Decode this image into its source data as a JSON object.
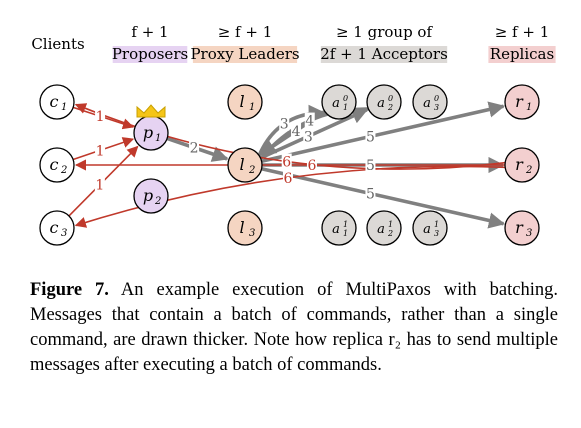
{
  "headers": [
    {
      "id": "clients",
      "lines": [
        "Clients"
      ]
    },
    {
      "id": "proposers",
      "lines": [
        "f + 1",
        "Proposers"
      ],
      "color": "#e6d3f2"
    },
    {
      "id": "proxy",
      "lines": [
        "≥ f + 1",
        "Proxy Leaders"
      ],
      "color": "#f5d5c2"
    },
    {
      "id": "acceptors",
      "lines": [
        "≥ 1 group of",
        "2f + 1 Acceptors"
      ],
      "color": "#dcd9d6"
    },
    {
      "id": "replicas",
      "lines": [
        "≥ f + 1",
        "Replicas"
      ],
      "color": "#f3cfcf"
    }
  ],
  "nodes": [
    {
      "id": "c1",
      "base": "c",
      "sub": "1",
      "kind": "client"
    },
    {
      "id": "c2",
      "base": "c",
      "sub": "2",
      "kind": "client"
    },
    {
      "id": "c3",
      "base": "c",
      "sub": "3",
      "kind": "client"
    },
    {
      "id": "p1",
      "base": "p",
      "sub": "1",
      "kind": "proposer",
      "crowned": true
    },
    {
      "id": "p2",
      "base": "p",
      "sub": "2",
      "kind": "proposer"
    },
    {
      "id": "l1",
      "base": "l",
      "sub": "1",
      "kind": "proxy"
    },
    {
      "id": "l2",
      "base": "l",
      "sub": "2",
      "kind": "proxy"
    },
    {
      "id": "l3",
      "base": "l",
      "sub": "3",
      "kind": "proxy"
    },
    {
      "id": "a01",
      "base": "a",
      "sup": "0",
      "sub": "1",
      "kind": "acceptor"
    },
    {
      "id": "a02",
      "base": "a",
      "sup": "0",
      "sub": "2",
      "kind": "acceptor"
    },
    {
      "id": "a03",
      "base": "a",
      "sup": "0",
      "sub": "3",
      "kind": "acceptor"
    },
    {
      "id": "a11",
      "base": "a",
      "sup": "1",
      "sub": "1",
      "kind": "acceptor"
    },
    {
      "id": "a12",
      "base": "a",
      "sup": "1",
      "sub": "2",
      "kind": "acceptor"
    },
    {
      "id": "a13",
      "base": "a",
      "sup": "1",
      "sub": "3",
      "kind": "acceptor"
    },
    {
      "id": "r1",
      "base": "r",
      "sub": "1",
      "kind": "replica"
    },
    {
      "id": "r2",
      "base": "r",
      "sub": "2",
      "kind": "replica"
    },
    {
      "id": "r3",
      "base": "r",
      "sub": "3",
      "kind": "replica"
    }
  ],
  "node_colors": {
    "client": "#ffffff",
    "proposer": "#e6d3f2",
    "proxy": "#f5d5c2",
    "acceptor": "#dcd9d6",
    "replica": "#f3cfcf"
  },
  "edges": [
    {
      "from": "c1",
      "to": "p1",
      "label": "1",
      "color": "#c0392b",
      "thick": false
    },
    {
      "from": "c2",
      "to": "p1",
      "label": "1",
      "color": "#c0392b",
      "thick": false
    },
    {
      "from": "c3",
      "to": "p1",
      "label": "1",
      "color": "#c0392b",
      "thick": false
    },
    {
      "from": "p1",
      "to": "l2",
      "label": "2",
      "color": "#808080",
      "thick": true
    },
    {
      "from": "l2",
      "to": "a01",
      "label": "3",
      "color": "#808080",
      "thick": true
    },
    {
      "from": "l2",
      "to": "a02",
      "label": "3",
      "color": "#808080",
      "thick": true
    },
    {
      "from": "a01",
      "to": "l2",
      "label": "4",
      "color": "#808080",
      "thick": true
    },
    {
      "from": "a02",
      "to": "l2",
      "label": "4",
      "color": "#808080",
      "thick": true
    },
    {
      "from": "l2",
      "to": "r1",
      "label": "5",
      "color": "#808080",
      "thick": true
    },
    {
      "from": "l2",
      "to": "r2",
      "label": "5",
      "color": "#808080",
      "thick": true
    },
    {
      "from": "l2",
      "to": "r3",
      "label": "5",
      "color": "#808080",
      "thick": true
    },
    {
      "from": "r2",
      "to": "c1",
      "label": "6",
      "color": "#c0392b",
      "thick": false
    },
    {
      "from": "r2",
      "to": "c2",
      "label": "6",
      "color": "#c0392b",
      "thick": false
    },
    {
      "from": "r2",
      "to": "c3",
      "label": "6",
      "color": "#c0392b",
      "thick": false
    }
  ],
  "caption": {
    "figure_label": "Figure 7.",
    "text": " An example execution of MultiPaxos with batching. Messages that contain a batch of commands, rather than a single command, are drawn thicker. Note how replica r₂ has to send multiple messages after executing a batch of commands."
  }
}
